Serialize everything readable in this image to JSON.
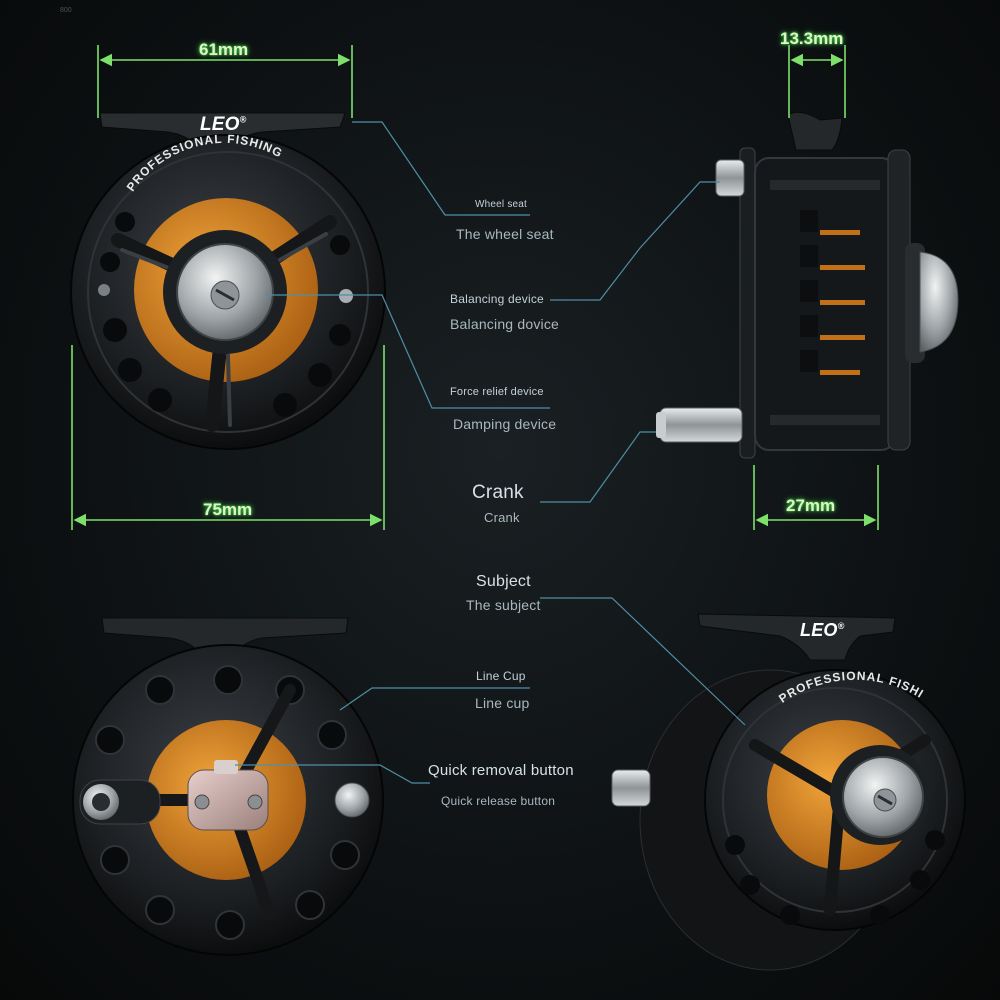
{
  "brand": "LEO",
  "brand_mark": "®",
  "rim_text": "PROFESSIONAL FISHING",
  "top_strip": "800",
  "dimensions": {
    "width_top": "61mm",
    "diameter": "75mm",
    "depth": "27mm",
    "foot": "13.3mm"
  },
  "labels": {
    "wheel_seat_en": "Wheel seat",
    "wheel_seat_tr": "The wheel seat",
    "balancing_en": "Balancing device",
    "balancing_tr": "Balancing dovice",
    "force_en": "Force relief device",
    "force_tr": "Damping device",
    "crank_en": "Crank",
    "crank_tr": "Crank",
    "subject_en": "Subject",
    "subject_tr": "The subject",
    "linecup_en": "Line Cup",
    "linecup_tr": "Line cup",
    "quick_en": "Quick removal button",
    "quick_tr": "Quick release button"
  },
  "colors": {
    "dimension_line": "#7ee06a",
    "callout_line": "#4f8ea6",
    "reel_body": "#1c1f22",
    "spool_orange": "#d4841c",
    "metal": "#b7bcbf"
  }
}
